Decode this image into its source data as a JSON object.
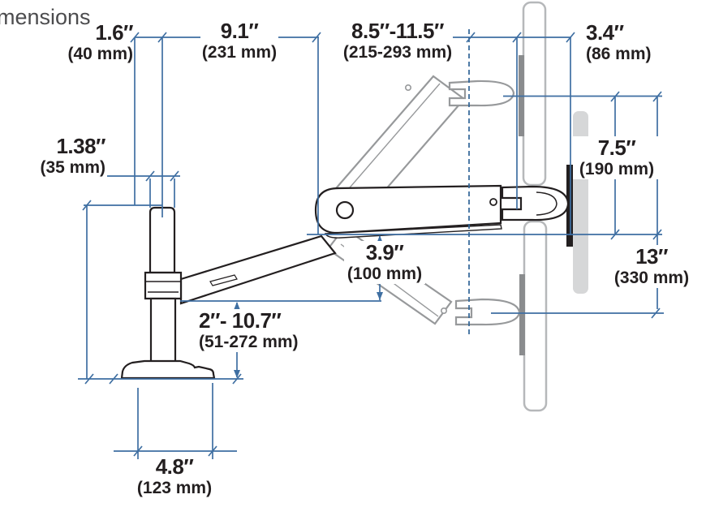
{
  "title": "mensions",
  "colors": {
    "dimension_line": "#3f6fa2",
    "pivot_axis_dashed": "#2f6496",
    "ink": "#231f20"
  },
  "dimensions": {
    "dim_1_6": {
      "in": "1.6″",
      "mm": "(40 mm)"
    },
    "dim_9_1": {
      "in": "9.1″",
      "mm": "(231 mm)"
    },
    "dim_8_5_11_5": {
      "in": "8.5″-11.5″",
      "mm": "(215-293 mm)"
    },
    "dim_3_4": {
      "in": "3.4″",
      "mm": "(86 mm)"
    },
    "dim_1_38": {
      "in": "1.38″",
      "mm": "(35 mm)"
    },
    "dim_7_5": {
      "in": "7.5″",
      "mm": "(190 mm)"
    },
    "dim_13": {
      "in": "13″",
      "mm": "(330 mm)"
    },
    "dim_3_9": {
      "in": "3.9″",
      "mm": "(100 mm)"
    },
    "dim_2_10_7": {
      "in": "2″- 10.7″",
      "mm": "(51-272 mm)"
    },
    "dim_4_8": {
      "in": "4.8″",
      "mm": "(123 mm)"
    }
  }
}
